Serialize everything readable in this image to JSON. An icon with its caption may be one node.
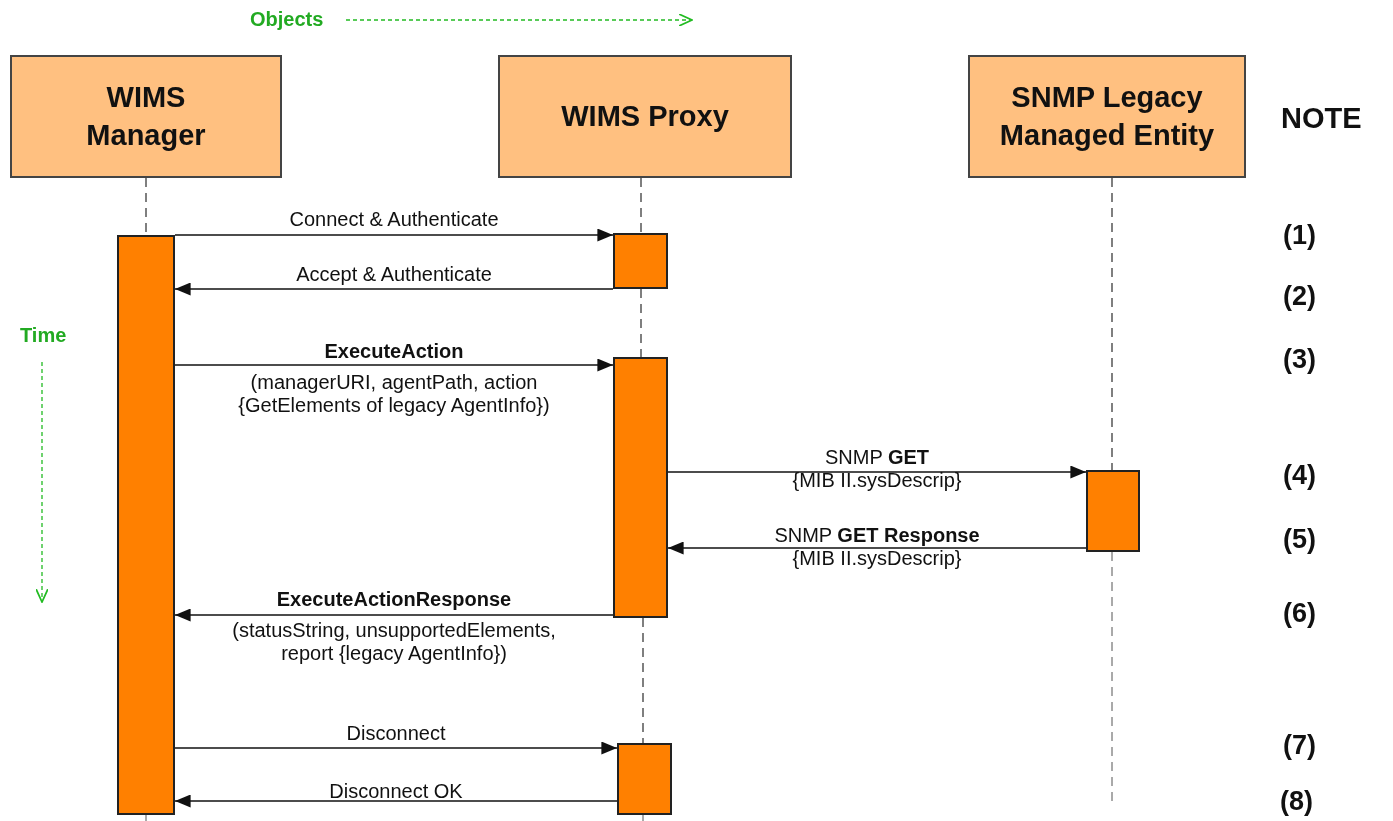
{
  "diagram": {
    "nodes": [
      {
        "text": [
          "WIMS Manager"
        ]
      },
      {
        "text": [
          "WIMS Proxy"
        ]
      },
      {
        "text": [
          "SNMP Legacy Managed Entity"
        ]
      },
      {
        "text": [],
        "shape": "bar"
      },
      {
        "text": [],
        "shape": "bar"
      },
      {
        "text": [],
        "shape": "bar"
      },
      {
        "text": [],
        "shape": "bar"
      },
      {
        "text": [],
        "shape": "bar"
      }
    ],
    "edges": [
      {
        "from": 0,
        "to": 3,
        "arrow": "none",
        "style": "dashed"
      },
      {
        "from": 1,
        "to": 4,
        "arrow": "none",
        "style": "dashed"
      },
      {
        "from": 4,
        "to": 5,
        "arrow": "none",
        "style": "dashed"
      },
      {
        "from": 5,
        "to": 7,
        "arrow": "none",
        "style": "dashed"
      },
      {
        "from": 2,
        "to": 6,
        "arrow": "none",
        "style": "dashed"
      },
      {
        "from": 3,
        "to": 4,
        "arrow": "to",
        "label": "Connect & Authenticate"
      },
      {
        "from": 4,
        "to": 3,
        "arrow": "to",
        "label": "Accept & Authenticate"
      },
      {
        "from": 3,
        "to": 5,
        "arrow": "to",
        "label": "**ExecuteAction** (managerURI, agentPath, action {GetElements of legacy AgentInfo})"
      },
      {
        "from": 5,
        "to": 6,
        "arrow": "to",
        "label": "SNMP **GET** {MIB II.sysDescrip}"
      },
      {
        "from": 6,
        "to": 5,
        "arrow": "to",
        "label": "SNMP **GET Response** {MIB II.sysDescrip}"
      },
      {
        "from": 5,
        "to": 3,
        "arrow": "to",
        "label": "**ExecuteActionResponse** (statusString, unsupportedElements, report {legacy AgentInfo})"
      },
      {
        "from": 3,
        "to": 7,
        "arrow": "to",
        "label": "Disconnect"
      },
      {
        "from": 7,
        "to": 3,
        "arrow": "to",
        "label": "Disconnect OK"
      }
    ],
    "labels": [
      "Objects",
      "NOTE",
      "(1)",
      "(2)",
      "Time",
      "(3)",
      "(4)",
      "(5)",
      "(6)",
      "(7)",
      "(8)"
    ]
  }
}
